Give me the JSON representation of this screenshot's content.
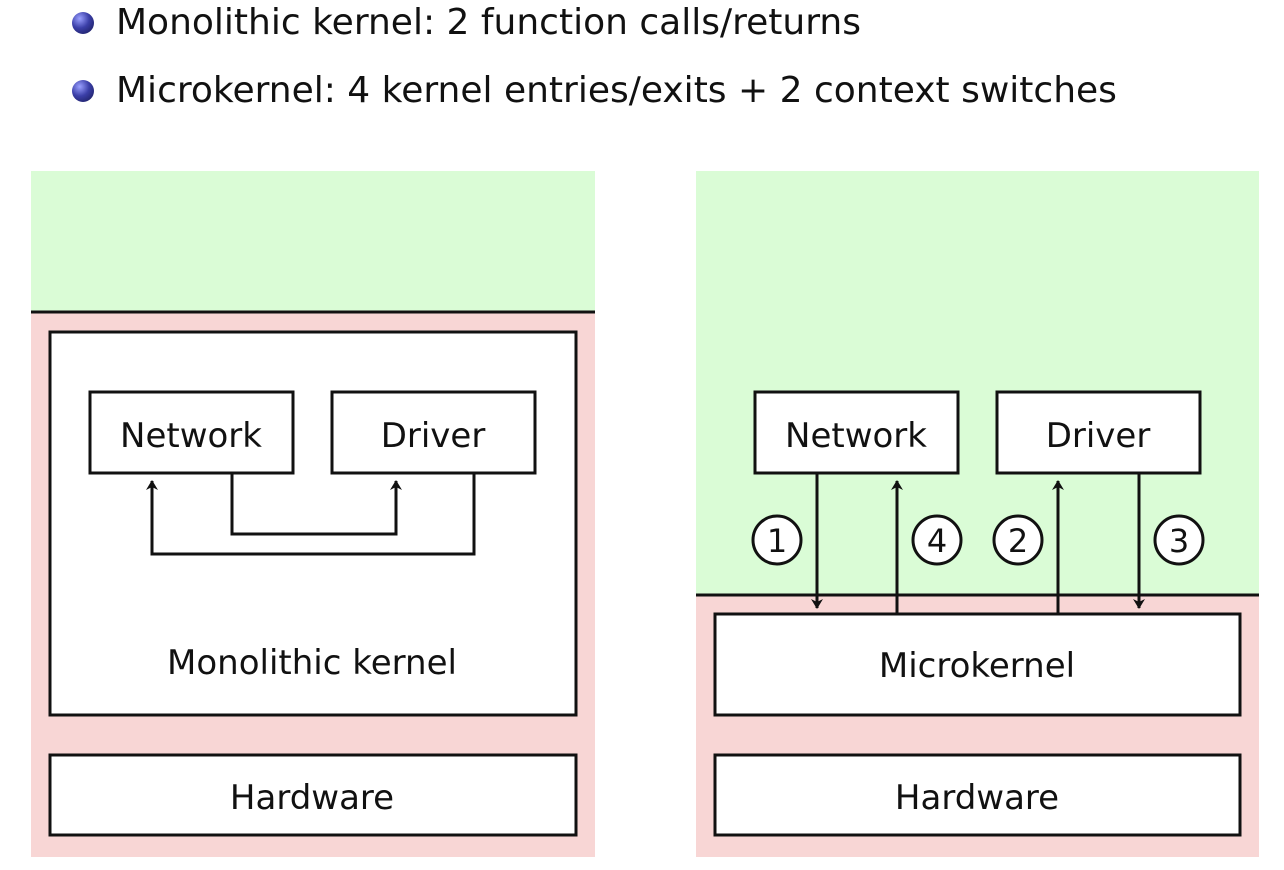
{
  "bullets": [
    "Monolithic kernel: 2 function calls/returns",
    "Microkernel: 4 kernel entries/exits + 2 context switches"
  ],
  "left": {
    "network": "Network",
    "driver": "Driver",
    "kernel": "Monolithic kernel",
    "hardware": "Hardware"
  },
  "right": {
    "network": "Network",
    "driver": "Driver",
    "kernel": "Microkernel",
    "hardware": "Hardware",
    "steps": [
      "1",
      "4",
      "2",
      "3"
    ]
  },
  "colors": {
    "user_space": "#dafcd6",
    "kernel_space": "#f8d6d5",
    "box_fill": "#ffffff",
    "stroke": "#111111",
    "bullet": "#2e318f"
  }
}
